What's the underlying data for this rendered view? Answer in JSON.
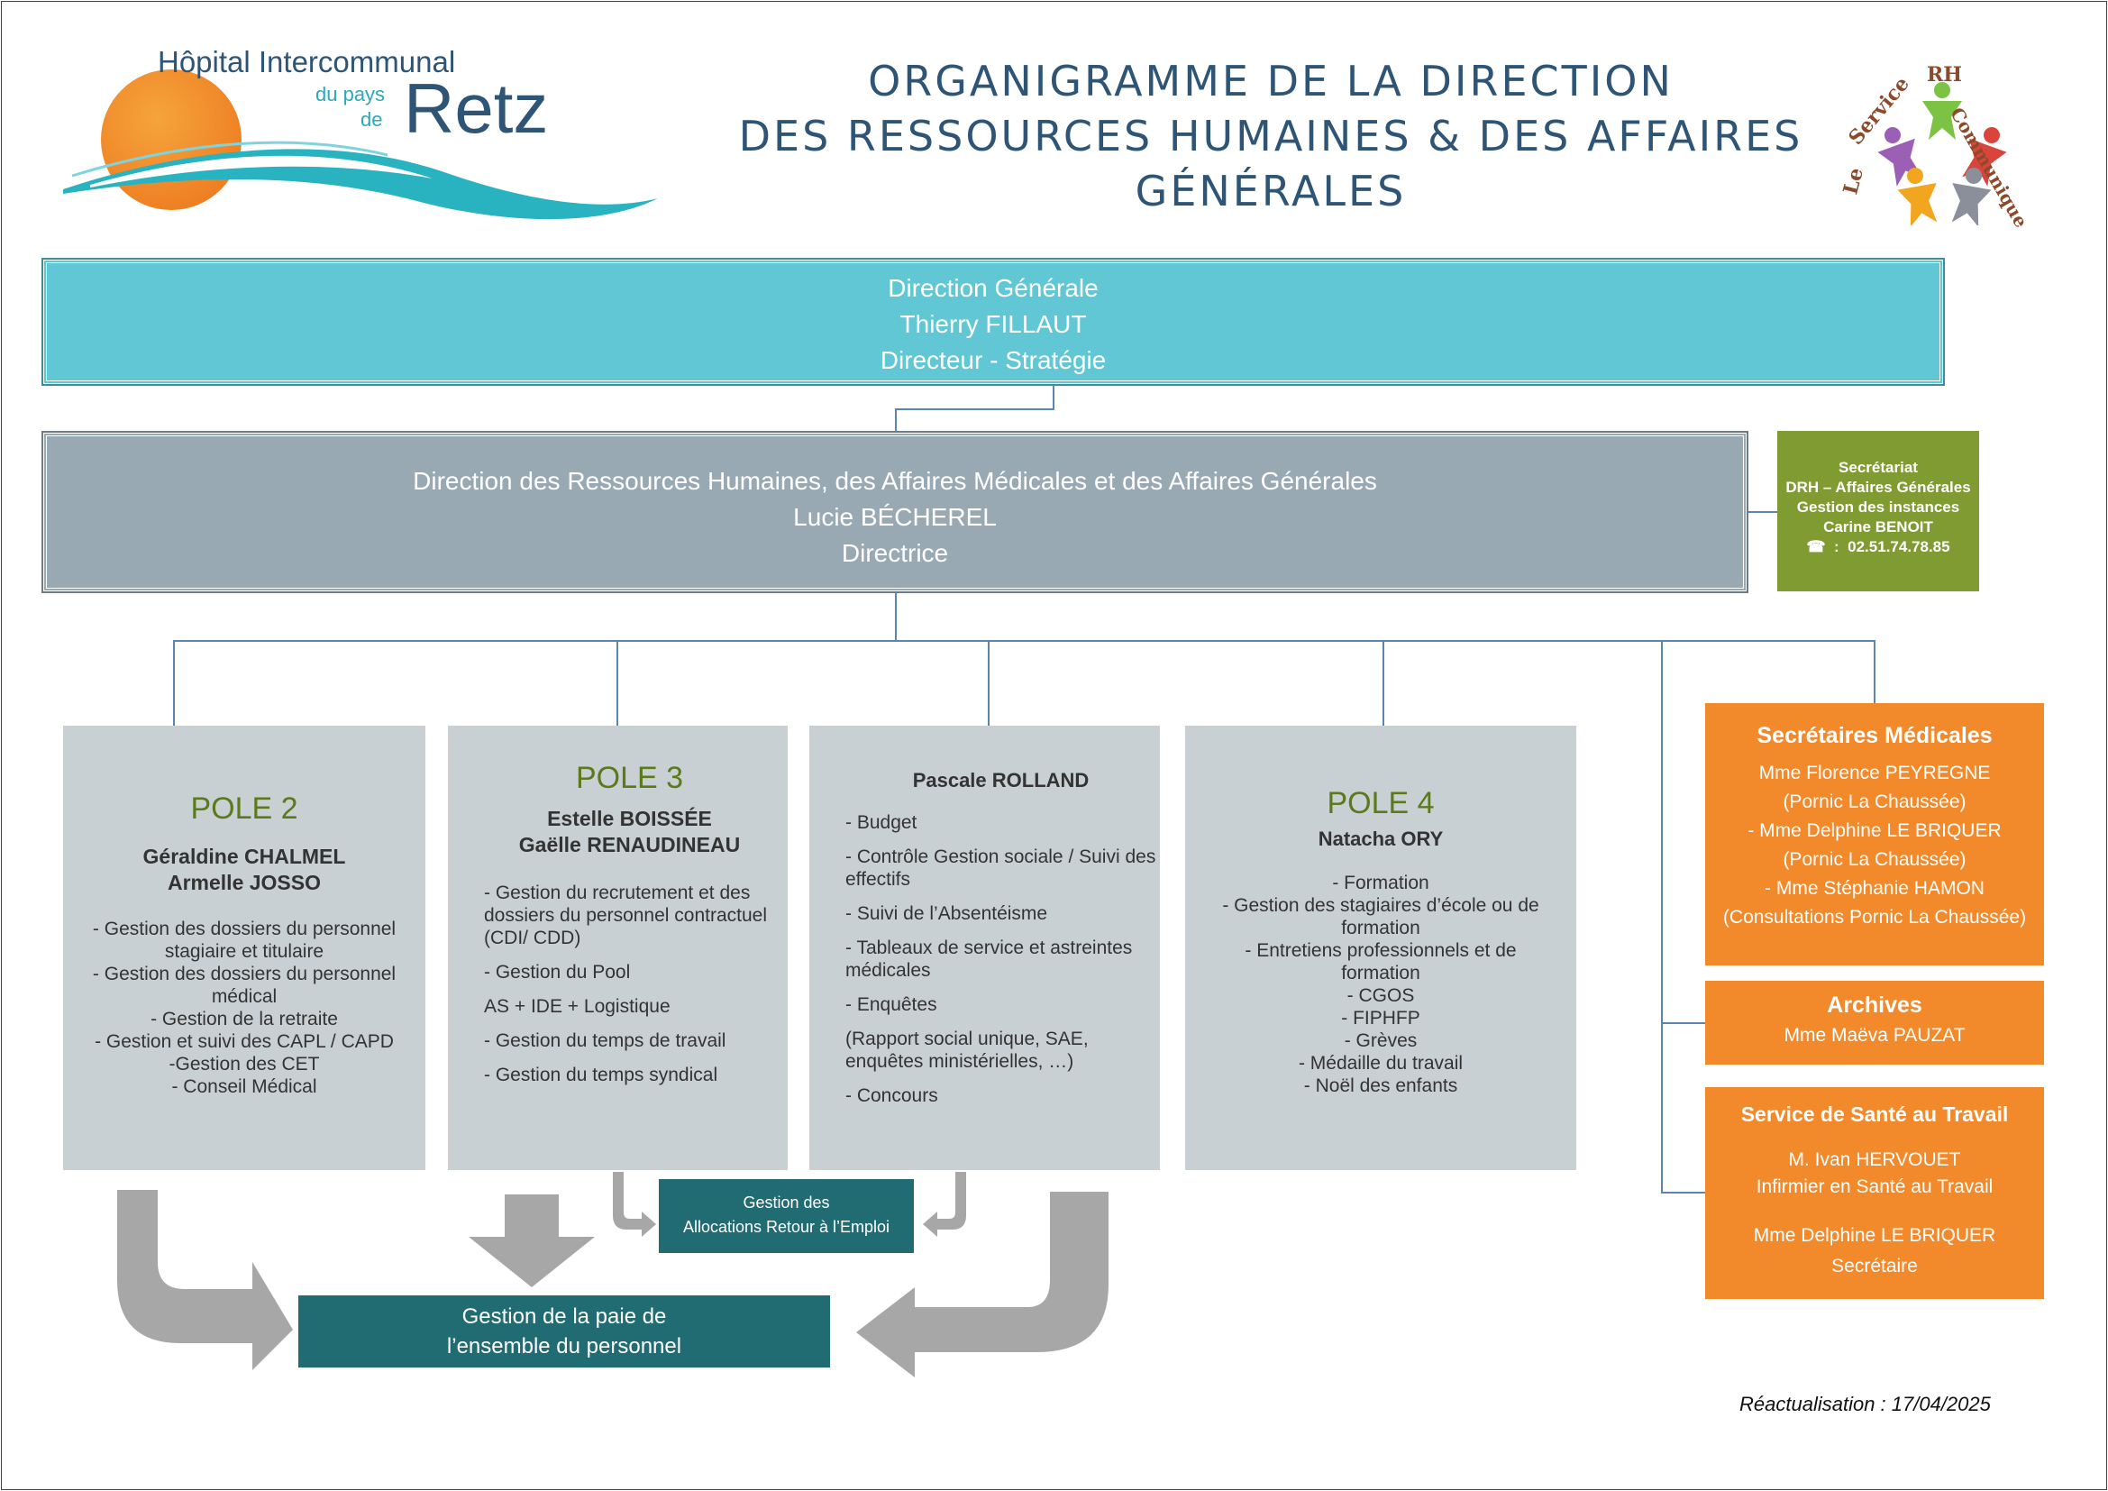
{
  "logo": {
    "hospital_name": "Hôpital Intercommunal",
    "sub1": "du pays",
    "sub2": "de",
    "sub3": "Retz"
  },
  "title": {
    "line1": "ORGANIGRAMME DE LA DIRECTION",
    "line2": "DES RESSOURCES HUMAINES & DES AFFAIRES",
    "line3": "GÉNÉRALES"
  },
  "service_logo": {
    "w1": "Le",
    "w2": "Service",
    "w3": "RH",
    "w4": "Communique"
  },
  "direction_generale": {
    "l1": "Direction Générale",
    "l2": "Thierry FILLAUT",
    "l3": "Directeur - Stratégie"
  },
  "drh": {
    "l1": "Direction des Ressources Humaines, des Affaires Médicales et des Affaires Générales",
    "l2": "Lucie BÉCHEREL",
    "l3": "Directrice"
  },
  "secretariat": {
    "l1": "Secrétariat",
    "l2": "DRH – Affaires Générales",
    "l3": "Gestion des instances",
    "l4": "Carine BENOIT",
    "phone_icon": "☎",
    "l5": "  :  02.51.74.78.85"
  },
  "pole2": {
    "title": "POLE 2",
    "name1": "Géraldine CHALMEL",
    "name2": "Armelle JOSSO",
    "items": [
      "- Gestion des dossiers du personnel stagiaire et titulaire",
      "- Gestion des dossiers du personnel médical",
      "- Gestion de la retraite",
      "- Gestion et suivi des CAPL / CAPD",
      "-Gestion des CET",
      "- Conseil Médical"
    ]
  },
  "pole3": {
    "title": "POLE 3",
    "name1": "Estelle BOISSÉE",
    "name2": "Gaëlle RENAUDINEAU",
    "items": [
      "- Gestion du recrutement et des dossiers du personnel contractuel (CDI/ CDD)",
      "- Gestion du Pool",
      "AS + IDE + Logistique",
      "- Gestion du temps de travail",
      "- Gestion du temps syndical"
    ]
  },
  "rolland": {
    "name": "Pascale ROLLAND",
    "items": [
      "- Budget",
      "- Contrôle Gestion  sociale / Suivi des effectifs",
      "- Suivi de l’Absentéisme",
      "- Tableaux de service et astreintes médicales",
      "- Enquêtes",
      "(Rapport social unique, SAE, enquêtes ministérielles, …)",
      "- Concours"
    ]
  },
  "pole4": {
    "title": "POLE 4",
    "name": "Natacha ORY",
    "items": [
      "-  Formation",
      "- Gestion des stagiaires d’école ou de formation",
      "- Entretiens professionnels et de formation",
      "- CGOS",
      "- FIPHFP",
      "- Grèves",
      "- Médaille du travail",
      "- Noël des enfants"
    ]
  },
  "secretaires": {
    "title": "Secrétaires Médicales",
    "lines": [
      "Mme Florence PEYREGNE",
      "(Pornic La Chaussée)",
      "- Mme Delphine LE BRIQUER",
      "(Pornic La Chaussée)",
      "- Mme Stéphanie HAMON",
      "(Consultations Pornic La Chaussée)"
    ]
  },
  "archives": {
    "title": "Archives",
    "name": "Mme Maëva PAUZAT"
  },
  "sante": {
    "title": "Service de Santé au Travail",
    "p1l1": "M. Ivan HERVOUET",
    "p1l2": "Infirmier en Santé au Travail",
    "p2l1": "Mme Delphine LE BRIQUER",
    "p2l2": "Secrétaire"
  },
  "are": {
    "l1": "Gestion des",
    "l2": "Allocations Retour à l’Emploi"
  },
  "paie": {
    "l1": "Gestion de la paie de",
    "l2": "l’ensemble du personnel"
  },
  "update": "Réactualisation : 17/04/2025"
}
